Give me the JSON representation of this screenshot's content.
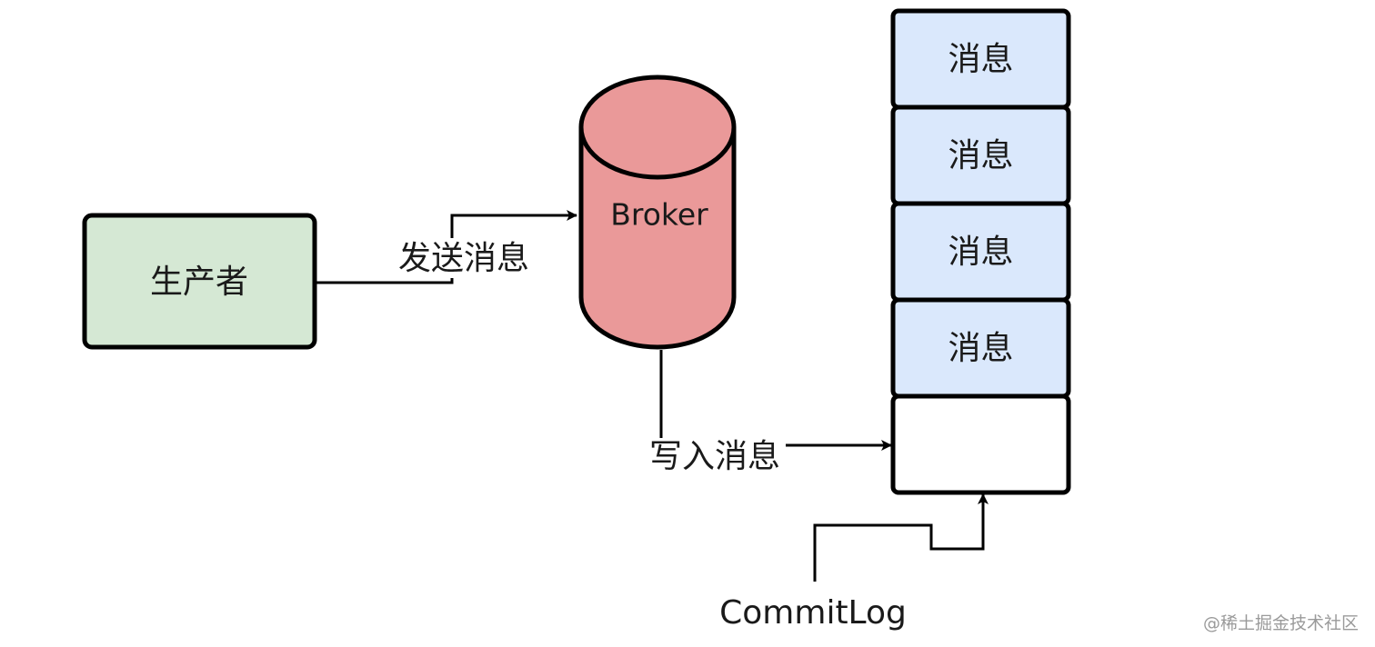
{
  "producer": {
    "label": "生产者",
    "fill": "#d5e8d4"
  },
  "broker": {
    "label": "Broker",
    "fill": "#ea9999"
  },
  "edges": {
    "send_label": "发送消息",
    "write_label": "写入消息",
    "pointer_label": "CommitLog"
  },
  "log": {
    "fill": "#dae8fc",
    "slots": [
      {
        "label": "消息"
      },
      {
        "label": "消息"
      },
      {
        "label": "消息"
      },
      {
        "label": "消息"
      },
      {
        "label": ""
      }
    ]
  },
  "watermark": "@稀土掘金技术社区"
}
